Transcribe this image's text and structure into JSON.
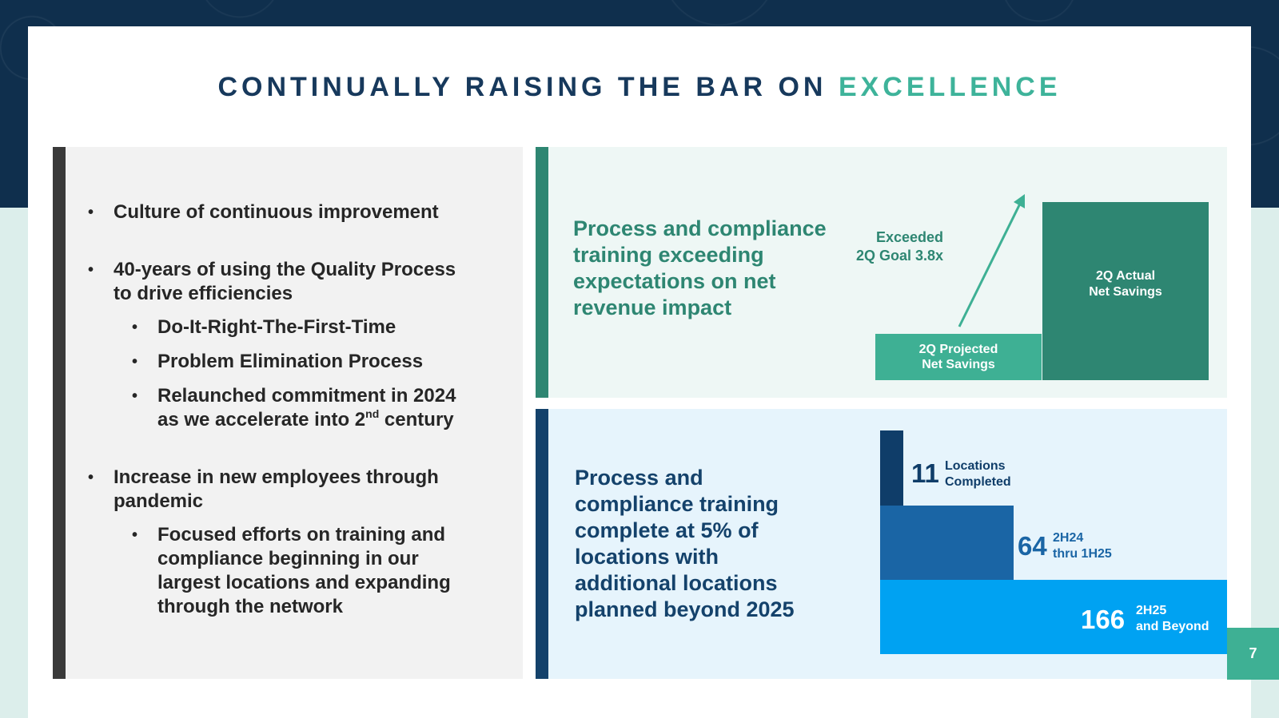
{
  "title": {
    "main": "CONTINUALLY RAISING THE BAR ON",
    "accent": "EXCELLENCE"
  },
  "left": {
    "b1": "Culture of continuous improvement",
    "b2_line1": "40-years of using the Quality Process",
    "b2_line2": "to drive efficiencies",
    "s1": "Do-It-Right-The-First-Time",
    "s2": "Problem Elimination Process",
    "s3_line1": "Relaunched commitment in 2024",
    "s3_line2_pre": "as we accelerate into 2",
    "s3_sup": "nd",
    "s3_line2_post": " century",
    "b3_line1": "Increase in new employees through",
    "b3_line2": "pandemic",
    "s4_line1": "Focused efforts on training and",
    "s4_line2": "compliance beginning in our",
    "s4_line3": "largest locations and expanding",
    "s4_line4": "through the network"
  },
  "top_right": {
    "headline_l1": "Process and compliance",
    "headline_l2": "training exceeding",
    "headline_l3": "expectations on net",
    "headline_l4": "revenue impact",
    "exceeded_l1": "Exceeded",
    "exceeded_l2": "2Q Goal 3.8x",
    "projected_l1": "2Q Projected",
    "projected_l2": "Net Savings",
    "actual_l1": "2Q Actual",
    "actual_l2": "Net Savings",
    "colors": {
      "projected": "#3eb094",
      "actual": "#2e8672"
    }
  },
  "bottom_right": {
    "headline_l1": "Process and",
    "headline_l2": "compliance training",
    "headline_l3": "complete at 5% of",
    "headline_l4": "locations with",
    "headline_l5": "additional locations",
    "headline_l6": "planned beyond 2025",
    "steps": [
      {
        "value": "11",
        "label_l1": "Locations",
        "label_l2": "Completed",
        "color": "#0f3d69"
      },
      {
        "value": "64",
        "label_l1": "2H24",
        "label_l2": "thru 1H25",
        "color": "#1a65a5"
      },
      {
        "value": "166",
        "label_l1": "2H25",
        "label_l2": "and Beyond",
        "color": "#00a2f2"
      }
    ]
  },
  "page_number": "7"
}
